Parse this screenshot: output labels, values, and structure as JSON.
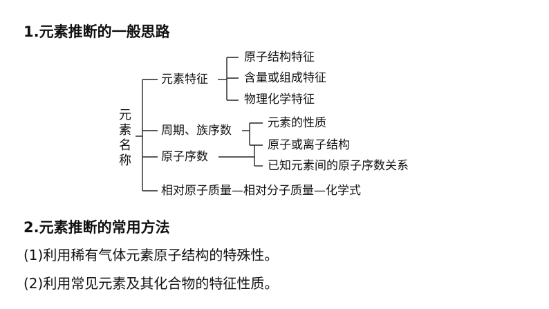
{
  "section1": {
    "heading": "1.元素推断的一般思路"
  },
  "diagram": {
    "root_chars": [
      "元",
      "素",
      "名",
      "称"
    ],
    "branches": {
      "element_features": {
        "label": "元素特征",
        "children": [
          "原子结构特征",
          "含量或组成特征",
          "物理化学特征"
        ]
      },
      "period_group": {
        "label": "周期、族序数",
        "children": [
          "元素的性质"
        ]
      },
      "atomic_number": {
        "label": "原子序数",
        "children": [
          "原子或离子结构",
          "已知元素间的原子序数关系"
        ]
      },
      "mass_chain": {
        "label": "相对原子质量—相对分子质量—化学式"
      }
    }
  },
  "section2": {
    "heading": "2.元素推断的常用方法",
    "items": [
      "(1)利用稀有气体元素原子结构的特殊性。",
      "(2)利用常见元素及其化合物的特征性质。"
    ]
  }
}
